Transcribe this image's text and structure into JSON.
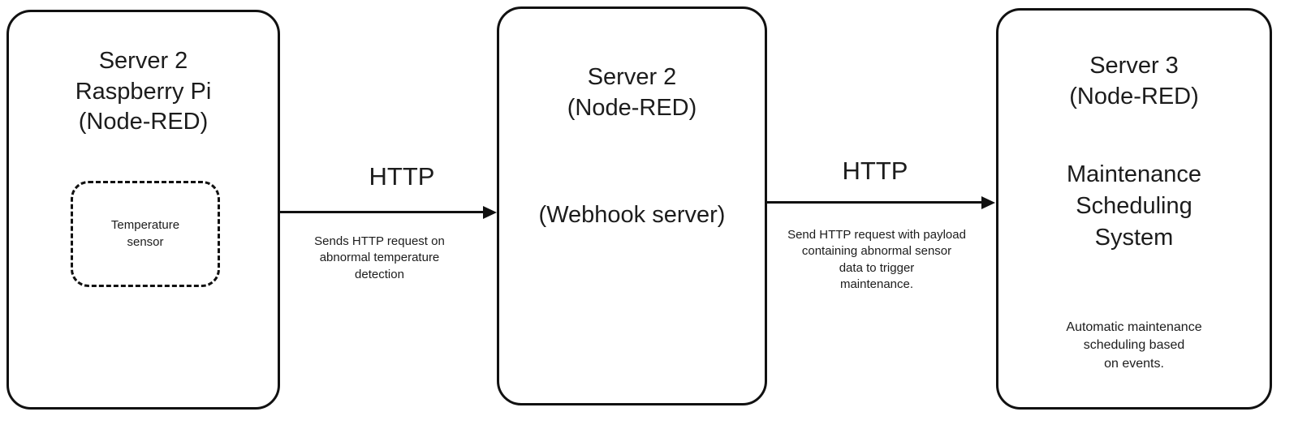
{
  "nodes": {
    "left": {
      "title": "Server 2\nRaspberry Pi\n(Node-RED)",
      "sensor_label": "Temperature\nsensor"
    },
    "middle": {
      "title": "Server 2\n(Node-RED)",
      "subtitle": "(Webhook server)"
    },
    "right": {
      "title": "Server 3\n(Node-RED)",
      "heading": "Maintenance\nScheduling\nSystem",
      "description": "Automatic maintenance\nscheduling based\non events."
    }
  },
  "arrows": {
    "arrow1": {
      "protocol": "HTTP",
      "caption": "Sends HTTP request on\nabnormal temperature\ndetection"
    },
    "arrow2": {
      "protocol": "HTTP",
      "caption": "Send HTTP request with payload\ncontaining abnormal sensor\ndata to trigger\nmaintenance."
    }
  },
  "colors": {
    "stroke": "#111111",
    "text": "#1c1c1c",
    "background": "#ffffff"
  }
}
